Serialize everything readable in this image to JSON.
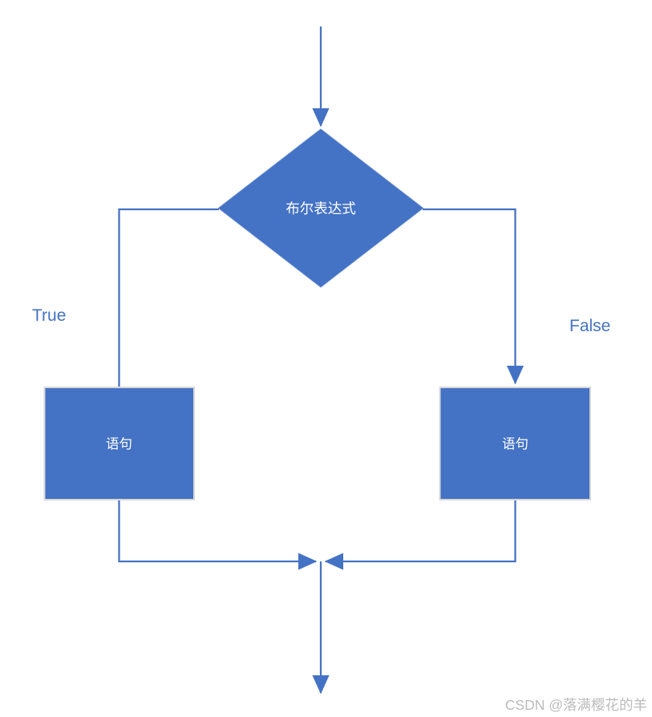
{
  "flowchart": {
    "decision": {
      "label": "布尔表达式",
      "type": "decision"
    },
    "branch_true": {
      "edge_label": "True",
      "node_label": "语句",
      "node_type": "process"
    },
    "branch_false": {
      "edge_label": "False",
      "node_label": "语句",
      "node_type": "process"
    },
    "colors": {
      "accent": "#4472C4",
      "node_text": "#ffffff",
      "edge_label_text": "#4472C4",
      "node_border": "#d8d8d8"
    }
  },
  "watermark": {
    "text": "CSDN @落满樱花的羊",
    "color": "#bcbcbc"
  }
}
